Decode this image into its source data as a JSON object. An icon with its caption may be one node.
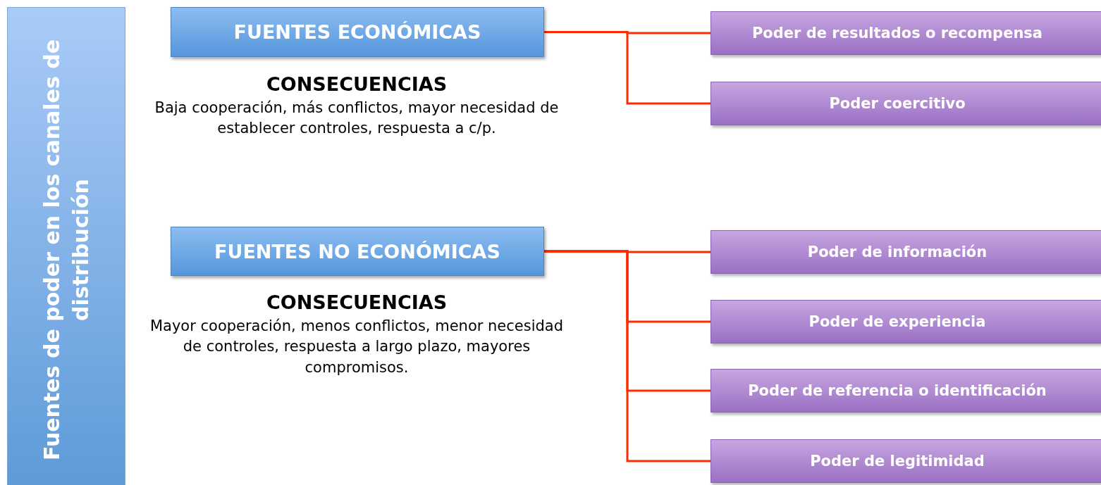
{
  "diagram": {
    "nodes": [
      {
        "text": [
          "Fuentes de poder en los canales de distribución"
        ]
      },
      {
        "text": [
          "FUENTES ECONÓMICAS"
        ],
        "beside": [
          "CONSECUENCIAS",
          "Baja cooperación, más conflictos, mayor necesidad de establecer controles, respuesta a c/p."
        ]
      },
      {
        "text": [
          "Poder de resultados o recompensa"
        ]
      },
      {
        "text": [
          "Poder coercitivo"
        ]
      },
      {
        "text": [
          "FUENTES NO ECONÓMICAS"
        ],
        "beside": [
          "CONSECUENCIAS",
          "Mayor cooperación, menos conflictos, menor necesidad de controles, respuesta a largo plazo, mayores compromisos."
        ]
      },
      {
        "text": [
          "Poder de información"
        ]
      },
      {
        "text": [
          "Poder de experiencia"
        ]
      },
      {
        "text": [
          "Poder de referencia o identificación"
        ]
      },
      {
        "text": [
          "Poder de legitimidad"
        ]
      }
    ],
    "edges": [
      {
        "from": 1,
        "to": 2,
        "arrow": "none"
      },
      {
        "from": 1,
        "to": 3,
        "arrow": "none"
      },
      {
        "from": 4,
        "to": 5,
        "arrow": "none"
      },
      {
        "from": 4,
        "to": 6,
        "arrow": "none"
      },
      {
        "from": 4,
        "to": 7,
        "arrow": "none"
      },
      {
        "from": 4,
        "to": 8,
        "arrow": "none"
      }
    ]
  }
}
